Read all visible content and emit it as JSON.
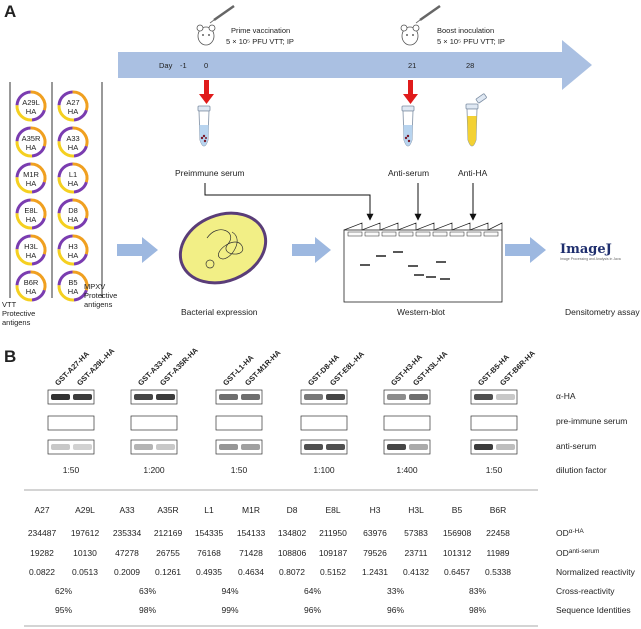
{
  "panel_a": {
    "label": "A",
    "timeline": {
      "day_label": "Day",
      "days": [
        "-1",
        "0",
        "21",
        "28"
      ],
      "prime": {
        "title": "Prime vaccination",
        "detail": "5 × 10⁵ PFU VTT; IP"
      },
      "boost": {
        "title": "Boost inoculation",
        "detail": "5 × 10⁵ PFU VTT; IP"
      }
    },
    "plasmid_pairs": [
      [
        "A29L HA",
        "A27 HA"
      ],
      [
        "A35R HA",
        "A33 HA"
      ],
      [
        "M1R HA",
        "L1 HA"
      ],
      [
        "E8L HA",
        "D8 HA"
      ],
      [
        "H3L HA",
        "H3 HA"
      ],
      [
        "B6R HA",
        "B5 HA"
      ]
    ],
    "vtt_label": [
      "VTT",
      "Protective",
      "antigens"
    ],
    "mpxv_label": [
      "MPXV",
      "Protective",
      "antigens"
    ],
    "preimmune_serum": "Preimmune serum",
    "anti_serum": "Anti-serum",
    "anti_ha": "Anti-HA",
    "bacterial_expression": "Bacterial expression",
    "western_blot": "Western-blot",
    "densitometry": "Densitometry assay",
    "imagej_logo": "ImageJ",
    "imagej_tagline": "Image Processing and Analysis in Java"
  },
  "panel_b": {
    "label": "B",
    "lanes": [
      [
        "GST-A27-HA",
        "GST-A29L-HA"
      ],
      [
        "GST-A33-HA",
        "GST-A35R-HA"
      ],
      [
        "GST-L1-HA",
        "GST-M1R-HA"
      ],
      [
        "GST-D8-HA",
        "GST-E8L-HA"
      ],
      [
        "GST-H3-HA",
        "GST-H3L-HA"
      ],
      [
        "GST-B5-HA",
        "GST-B6R-HA"
      ]
    ],
    "row_labels": [
      "α-HA",
      "pre-immune serum",
      "anti-serum",
      "dilution factor"
    ],
    "dilutions": [
      "1:50",
      "1:200",
      "1:50",
      "1:100",
      "1:400",
      "1:50"
    ],
    "table": {
      "headers": [
        "A27",
        "A29L",
        "A33",
        "A35R",
        "L1",
        "M1R",
        "D8",
        "E8L",
        "H3",
        "H3L",
        "B5",
        "B6R"
      ],
      "rows": [
        {
          "label": "OD",
          "sup": "α-HA",
          "values": [
            "234487",
            "197612",
            "235334",
            "212169",
            "154335",
            "154133",
            "134802",
            "211950",
            "63976",
            "57383",
            "156908",
            "22458"
          ]
        },
        {
          "label": "OD",
          "sup": "anti-serum",
          "values": [
            "19282",
            "10130",
            "47278",
            "26755",
            "76168",
            "71428",
            "108806",
            "109187",
            "79526",
            "23711",
            "101312",
            "11989"
          ]
        },
        {
          "label": "Normalized reactivity",
          "sup": "",
          "values": [
            "0.0822",
            "0.0513",
            "0.2009",
            "0.1261",
            "0.4935",
            "0.4634",
            "0.8072",
            "0.5152",
            "1.2431",
            "0.4132",
            "0.6457",
            "0.5338"
          ]
        }
      ],
      "pair_rows": [
        {
          "label": "Cross-reactivity",
          "values": [
            "62%",
            "63%",
            "94%",
            "64%",
            "33%",
            "83%"
          ]
        },
        {
          "label": "Sequence Identities",
          "values": [
            "95%",
            "98%",
            "99%",
            "96%",
            "96%",
            "98%"
          ]
        }
      ]
    }
  },
  "colors": {
    "timeline_arrow": "#aac0e2",
    "flow_arrow": "#9db8e0",
    "red_arrow": "#e01b1b",
    "plasmid_orange": "#f0a020",
    "plasmid_purple": "#7a3cb0",
    "plasmid_yellow": "#f5d020",
    "cell_fill": "#f2ef86",
    "cell_border": "#5a3d78",
    "tube_blue": "#b8d4ef",
    "tube_yellow": "#f3d133",
    "serum_dots": "#7a1a2a"
  }
}
